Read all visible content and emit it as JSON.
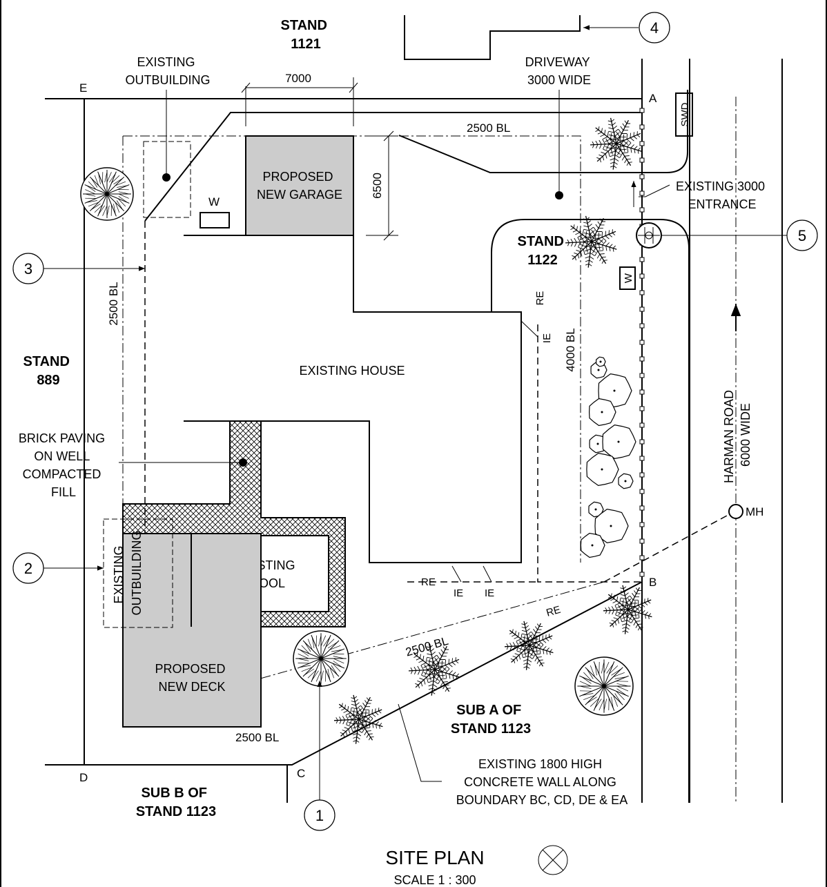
{
  "title": "SITE PLAN",
  "scale": "SCALE 1 : 300",
  "stands": {
    "n1121": [
      "STAND",
      "1121"
    ],
    "n1122": [
      "STAND",
      "1122"
    ],
    "n889": [
      "STAND",
      "889"
    ],
    "subA": [
      "SUB A OF",
      "STAND 1123"
    ],
    "subB": [
      "SUB B OF",
      "STAND 1123"
    ]
  },
  "labels": {
    "existing_outbuilding_top": [
      "EXISTING",
      "OUTBUILDING"
    ],
    "existing_outbuilding_side": [
      "EXISTING",
      "OUTBUILDING"
    ],
    "driveway": [
      "DRIVEWAY",
      "3000 WIDE"
    ],
    "garage": [
      "PROPOSED",
      "NEW GARAGE"
    ],
    "house": "EXISTING HOUSE",
    "pool": [
      "EXISTING",
      "POOL"
    ],
    "deck": [
      "PROPOSED",
      "NEW DECK"
    ],
    "entrance": [
      "EXISTING 3000",
      "ENTRANCE"
    ],
    "paving": [
      "BRICK PAVING",
      "ON WELL",
      "COMPACTED",
      "FILL"
    ],
    "road": [
      "HARMAN ROAD",
      "6000 WIDE"
    ],
    "wall": [
      "EXISTING 1800 HIGH",
      "CONCRETE WALL ALONG",
      "BOUNDARY BC, CD, DE & EA"
    ],
    "swd": "SWD",
    "mh": "MH",
    "w": "W"
  },
  "dimensions": {
    "dim7000": "7000",
    "dim6500": "6500",
    "bl2500": "2500 BL",
    "bl4000": "4000 BL"
  },
  "marks": {
    "re": "RE",
    "ie": "IE"
  },
  "corners": {
    "a": "A",
    "b": "B",
    "c": "C",
    "d": "D",
    "e": "E"
  },
  "callouts": [
    "1",
    "2",
    "3",
    "4",
    "5"
  ]
}
